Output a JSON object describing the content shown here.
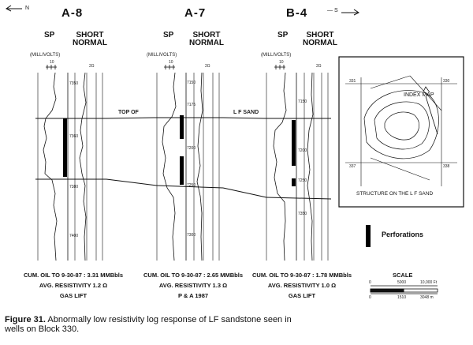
{
  "compass": {
    "left": "N",
    "right": "S"
  },
  "wells": [
    {
      "name": "A-8",
      "sp_label": "SP",
      "res_label": "SHORT\nNORMAL",
      "units": "(MILLIVOLTS)",
      "scale_left": "10",
      "scale_right": "2Ω",
      "depths": [
        "7350",
        "7360",
        "7380",
        "7400"
      ],
      "cum_oil": "CUM. OIL TO 9-30-87 : 3.31 MMBbls",
      "resistivity": "AVG. RESISTIVITY 1.2 Ω",
      "status": "GAS LIFT"
    },
    {
      "name": "A-7",
      "sp_label": "SP",
      "res_label": "SHORT\nNORMAL",
      "units": "(MILLIVOLTS)",
      "scale_left": "10",
      "scale_right": "2Ω",
      "depths": [
        "7150",
        "7175",
        "7200",
        "7250",
        "7300"
      ],
      "cum_oil": "CUM. OIL TO 9-30-87 : 2.65 MMBbls",
      "resistivity": "AVG. RESISTIVITY 1.3 Ω",
      "status": "P & A 1987"
    },
    {
      "name": "B-4",
      "sp_label": "SP",
      "res_label": "SHORT\nNORMAL",
      "units": "(MILLIVOLTS)",
      "scale_left": "10",
      "scale_right": "2Ω",
      "depths": [
        "7150",
        "7200",
        "7250",
        "7350"
      ],
      "cum_oil": "CUM. OIL TO 9-30-87 : 1.78 MMBbls",
      "resistivity": "AVG. RESISTIVITY 1.0 Ω",
      "status": "GAS LIFT"
    }
  ],
  "top_label": {
    "left": "TOP OF",
    "right": "L F SAND"
  },
  "index_map": {
    "title": "INDEX MAP",
    "subtitle": "STRUCTURE ON THE L F SAND",
    "grid_labels": [
      "331",
      "330",
      "337",
      "338"
    ]
  },
  "legend": {
    "label": "Perforations"
  },
  "scale": {
    "title": "SCALE",
    "feet": [
      "0",
      "5000",
      "10,000 Ft"
    ],
    "meters": [
      "0",
      "1510",
      "3048 m"
    ]
  },
  "caption": {
    "figure": "Figure 31.",
    "text": "Abnormally low resistivity log response of LF sandstone seen in wells on Block 330."
  },
  "colors": {
    "ink": "#111111",
    "paper": "#ffffff"
  }
}
